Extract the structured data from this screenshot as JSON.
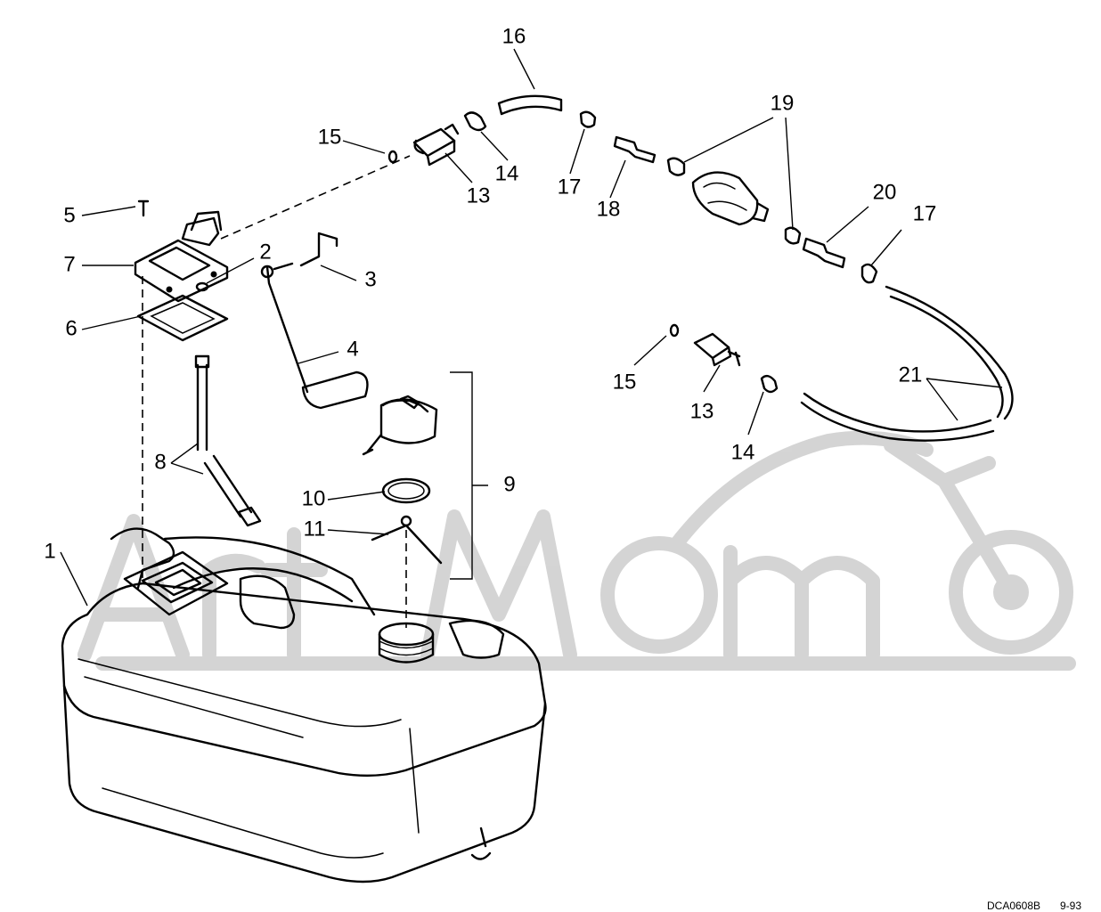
{
  "callouts": {
    "c1": "1",
    "c2": "2",
    "c3": "3",
    "c4": "4",
    "c5": "5",
    "c6": "6",
    "c7": "7",
    "c8": "8",
    "c9": "9",
    "c10": "10",
    "c11": "11",
    "c13a": "13",
    "c13b": "13",
    "c14a": "14",
    "c14b": "14",
    "c15a": "15",
    "c15b": "15",
    "c16": "16",
    "c17a": "17",
    "c17b": "17",
    "c18": "18",
    "c19": "19",
    "c20": "20",
    "c21": "21"
  },
  "footer": {
    "code": "DCA0608B",
    "date": "9-93"
  },
  "watermark": {
    "text": "ArtMoto",
    "color": "#d0d0d0"
  }
}
